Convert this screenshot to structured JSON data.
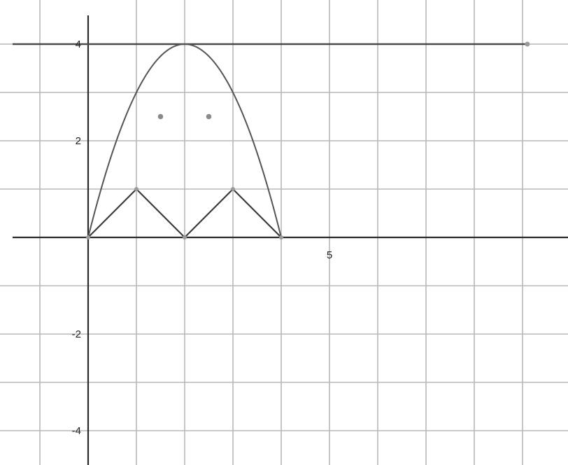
{
  "chart_data": {
    "type": "function-plot",
    "xlim": [
      -1.8,
      9.5
    ],
    "ylim": [
      -4.5,
      4.5
    ],
    "grid": true,
    "x_tick_labels": [
      {
        "value": 5,
        "label": "5"
      }
    ],
    "y_tick_labels": [
      {
        "value": 4,
        "label": "4"
      },
      {
        "value": 2,
        "label": "2"
      },
      {
        "value": -2,
        "label": "-2"
      },
      {
        "value": -4,
        "label": "-4"
      }
    ],
    "horizontal_line": {
      "y": 4,
      "end_point": [
        9.1,
        4
      ]
    },
    "parabola": {
      "expression": "y = -x^2 + 4x",
      "x_from": 0,
      "x_to": 4,
      "vertex": [
        2,
        4
      ]
    },
    "zigzag_points": [
      [
        0,
        0
      ],
      [
        1,
        1
      ],
      [
        2,
        0
      ],
      [
        3,
        1
      ],
      [
        4,
        0
      ]
    ],
    "points": [
      [
        1.5,
        2.5
      ],
      [
        2.5,
        2.5
      ]
    ],
    "colors": {
      "grid": "#b8b8b8",
      "axis": "#2a2a2a",
      "curve": "#555555",
      "point": "#8a8a8a"
    }
  }
}
